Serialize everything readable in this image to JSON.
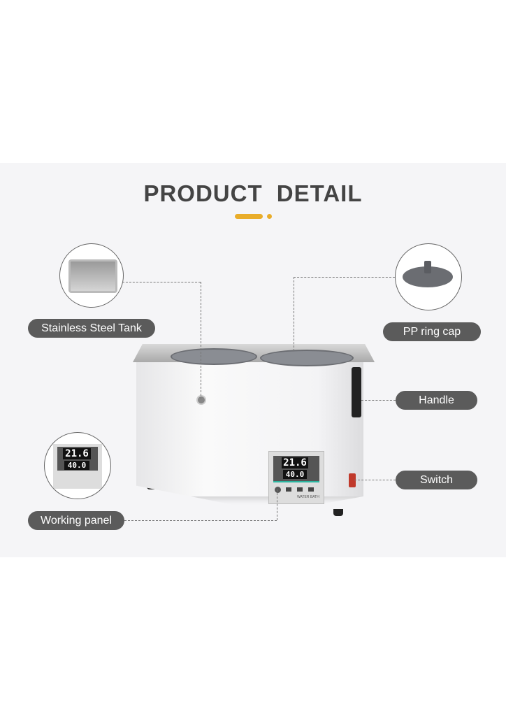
{
  "title": "PRODUCT  DETAIL",
  "accent_color": "#e9ad2a",
  "callouts": {
    "tank": "Stainless Steel Tank",
    "cap": "PP ring cap",
    "handle": "Handle",
    "switch": "Switch",
    "panel": "Working panel"
  },
  "display": {
    "current_temp": "21.6",
    "set_temp": "40.0",
    "brand_label": "WATER BATH"
  }
}
